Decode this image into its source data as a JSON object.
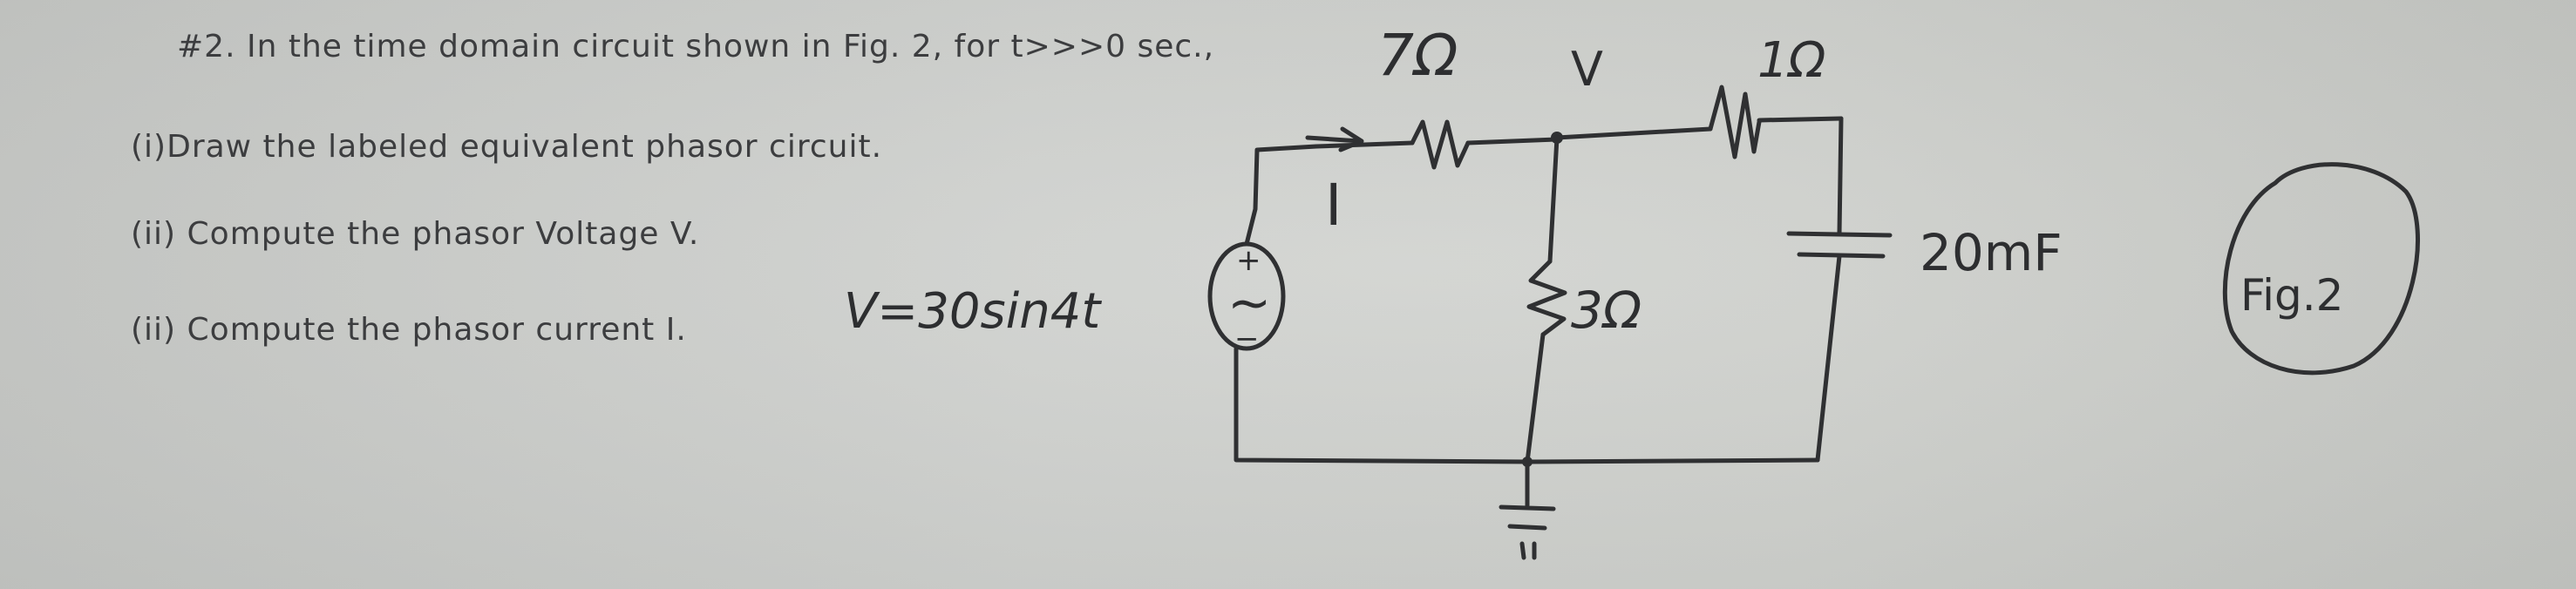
{
  "problem": {
    "line1": "#2. In the time domain circuit shown in Fig. 2, for t>>>0 sec.,",
    "line2": "(i)Draw the labeled equivalent phasor circuit.",
    "line3": "(ii) Compute the phasor Voltage V.",
    "line4": "(ii) Compute the phasor current I."
  },
  "circuit": {
    "source_label": "V=30sin4t",
    "source_plus": "+",
    "source_minus": "−",
    "source_tilde": "~",
    "current_label": "I",
    "r_series_label": "7Ω",
    "node_label": "V",
    "r_right_label": "1Ω",
    "r_shunt_label": "3Ω",
    "capacitor_label": "20mF",
    "figure_label": "Fig.2"
  },
  "colors": {
    "ink": "#2d2e30",
    "print": "#3c3d3f",
    "paper": "#cfd1cd"
  }
}
